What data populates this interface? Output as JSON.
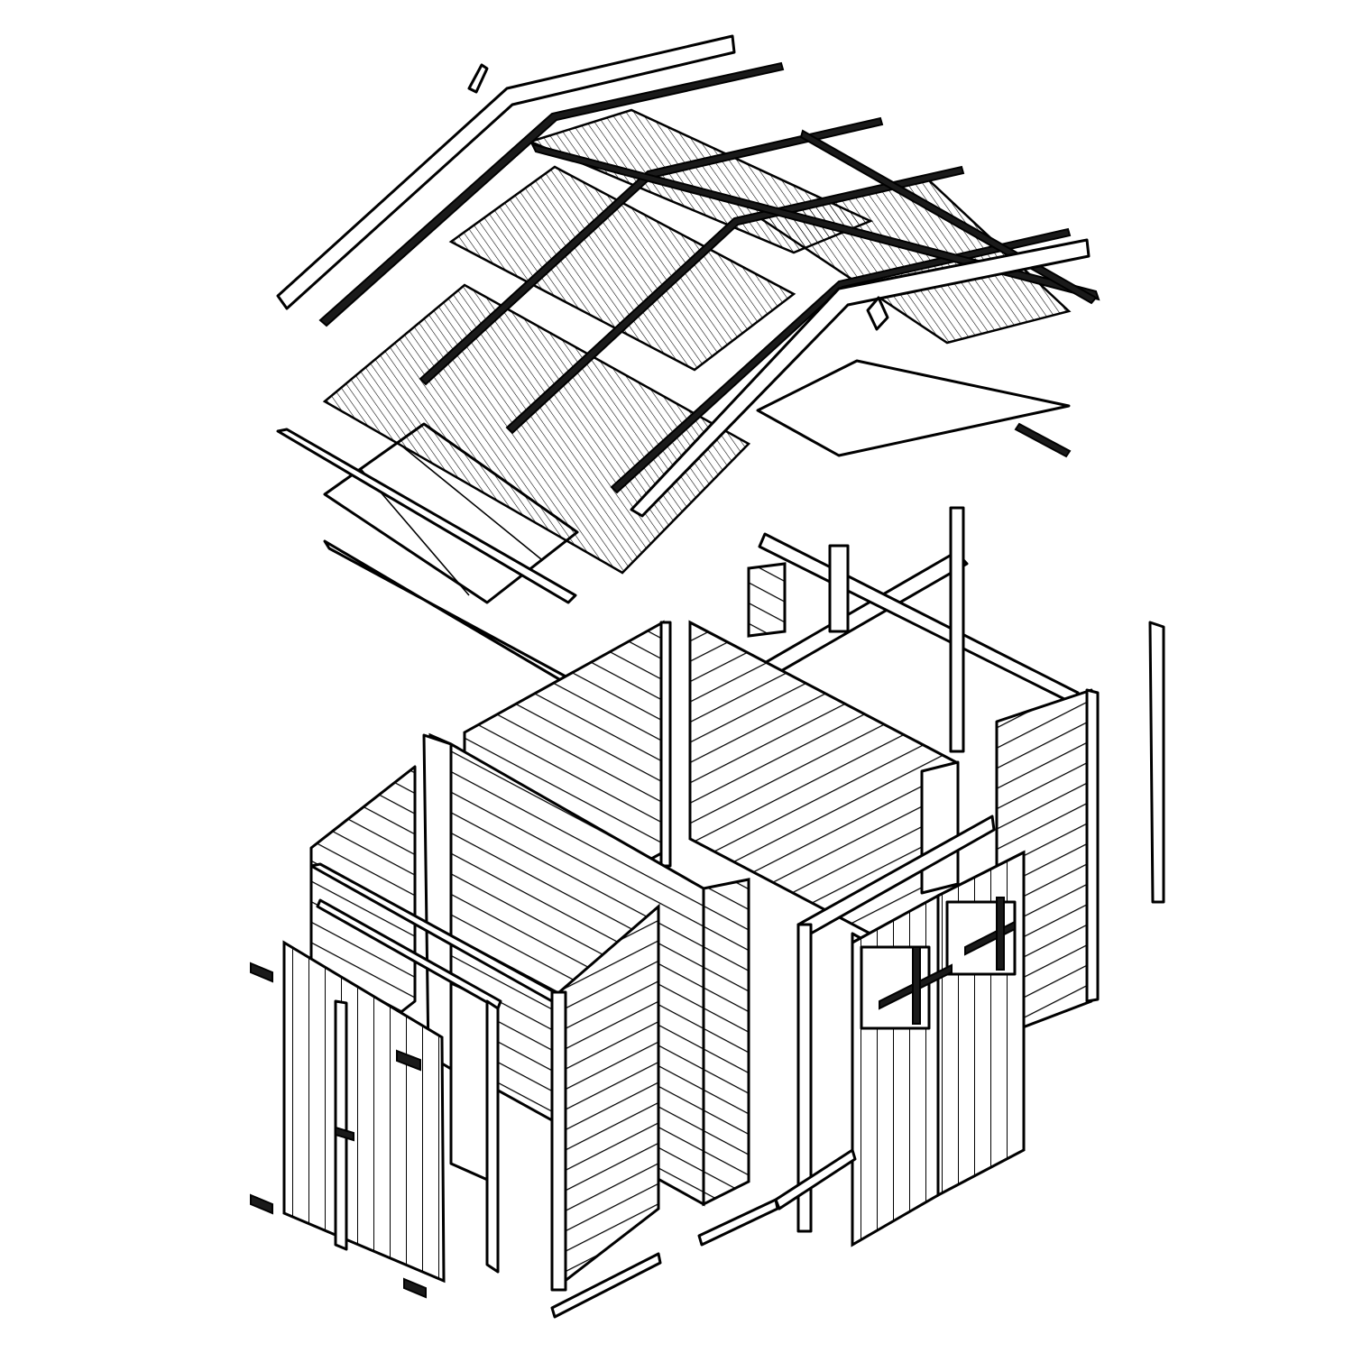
{
  "diagram": {
    "style": {
      "line_color": "#000000",
      "background": "#ffffff"
    },
    "parts": [
      {
        "name": "roof-ridge-cap",
        "icon": "ridge-cap"
      },
      {
        "name": "roof-panel-left",
        "icon": "roof-panel"
      },
      {
        "name": "roof-panel-right",
        "icon": "roof-panel"
      },
      {
        "name": "roof-battens",
        "icon": "batten"
      },
      {
        "name": "gable-truss",
        "icon": "truss"
      },
      {
        "name": "back-wall",
        "icon": "wall"
      },
      {
        "name": "left-wall",
        "icon": "wall"
      },
      {
        "name": "right-wall",
        "icon": "wall"
      },
      {
        "name": "front-wall-left",
        "icon": "wall"
      },
      {
        "name": "single-door",
        "icon": "door"
      },
      {
        "name": "double-door",
        "icon": "door"
      },
      {
        "name": "corner-post",
        "icon": "post"
      },
      {
        "name": "door-hinges",
        "icon": "hinge"
      },
      {
        "name": "floor-rails",
        "icon": "rail"
      }
    ]
  }
}
